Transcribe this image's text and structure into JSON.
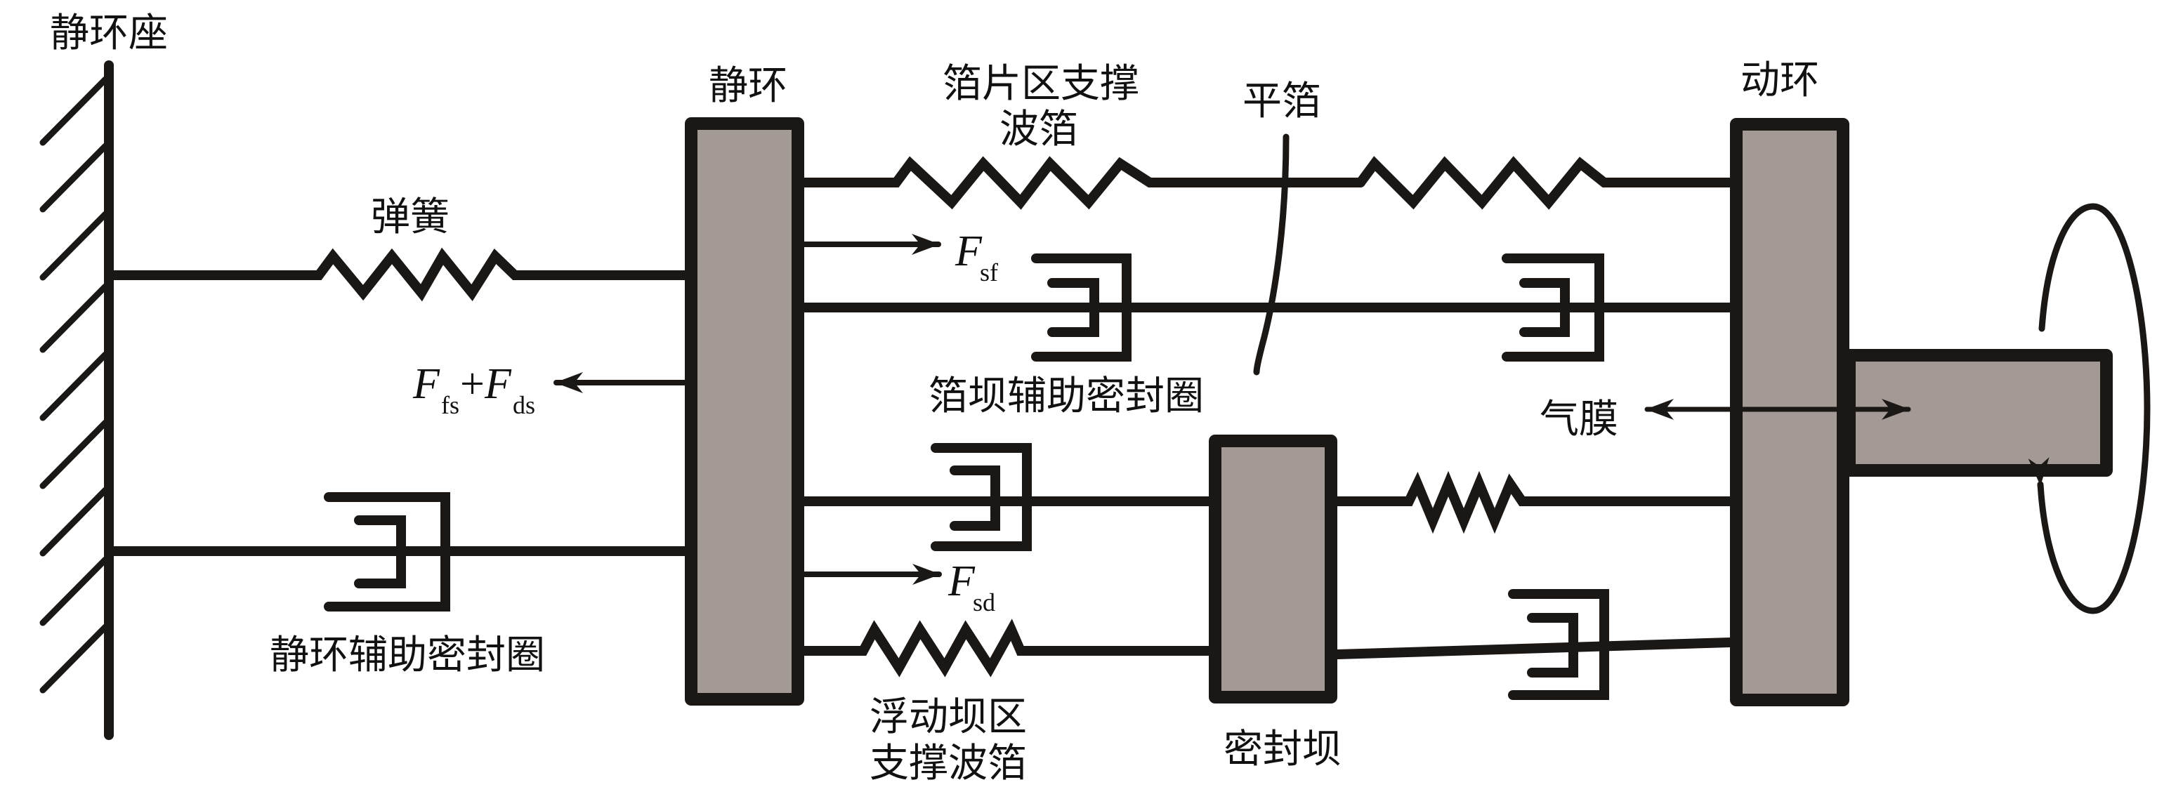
{
  "figure": {
    "type": "mechanical-equivalent-model",
    "colors": {
      "line": "#1a1715",
      "block_fill": "#a39995",
      "background": "#ffffff"
    }
  },
  "labels": {
    "stator_seat": "静环座",
    "spring": "弹簧",
    "static_ring": "静环",
    "foil_support_bump_line1": "箔片区支撑",
    "foil_support_bump_line2": "波箔",
    "flat_foil": "平箔",
    "rotor_ring": "动环",
    "foil_dam_secondary_seal": "箔坝辅助密封圈",
    "gas_film": "气膜",
    "static_ring_secondary_seal": "静环辅助密封圈",
    "floating_dam_bump_line1": "浮动坝区",
    "floating_dam_bump_line2": "支撑波箔",
    "seal_dam": "密封坝"
  },
  "forces": {
    "f_sf": {
      "symbol": "F",
      "sub": "sf",
      "direction": "right"
    },
    "f_sd": {
      "symbol": "F",
      "sub": "sd",
      "direction": "right"
    },
    "f_combined": {
      "symbol1": "F",
      "sub1": "fs",
      "plus": "+",
      "symbol2": "F",
      "sub2": "ds",
      "direction": "left"
    }
  },
  "components": {
    "springs": [
      "stator-spring",
      "foil-bump-spring-1",
      "foil-bump-spring-2",
      "dam-rotor-spring",
      "floating-dam-bump-spring"
    ],
    "dampers": [
      "static-ring-secondary-seal",
      "foil-dam-seal-1",
      "foil-dam-seal-2",
      "dam-seal-upper",
      "dam-seal-lower"
    ],
    "icons": [
      "wall-hatch-icon",
      "rotation-arrow-icon",
      "double-arrow-icon"
    ]
  }
}
